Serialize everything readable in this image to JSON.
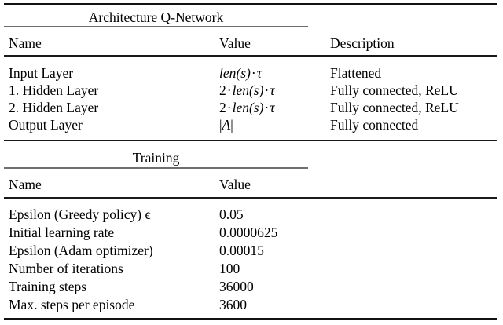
{
  "document": {
    "type": "table",
    "background_color": "#ffffff",
    "text_color": "#000000",
    "rule_color": "#121212",
    "sub_rule_color": "#6e6e6e"
  },
  "sections": [
    {
      "title": "Architecture Q-Network",
      "headers": {
        "name": "Name",
        "value": "Value",
        "description": "Description"
      },
      "rows": [
        {
          "name": "Input Layer",
          "value": "len(s) · τ",
          "description": "Flattened"
        },
        {
          "name": "1. Hidden Layer",
          "value": "2 · len(s) · τ",
          "description": "Fully connected, ReLU"
        },
        {
          "name": "2. Hidden Layer",
          "value": "2 · len(s) · τ",
          "description": "Fully connected, ReLU"
        },
        {
          "name": "Output Layer",
          "value": "|A|",
          "description": "Fully connected"
        }
      ]
    },
    {
      "title": "Training",
      "headers": {
        "name": "Name",
        "value": "Value"
      },
      "rows": [
        {
          "name": "Epsilon (Greedy policy) ϵ",
          "value": "0.05"
        },
        {
          "name": "Initial learning rate",
          "value": "0.0000625"
        },
        {
          "name": "Epsilon (Adam optimizer)",
          "value": "0.00015"
        },
        {
          "name": "Number of iterations",
          "value": "100"
        },
        {
          "name": "Training steps",
          "value": "36000"
        },
        {
          "name": "Max. steps per episode",
          "value": "3600"
        }
      ]
    }
  ]
}
